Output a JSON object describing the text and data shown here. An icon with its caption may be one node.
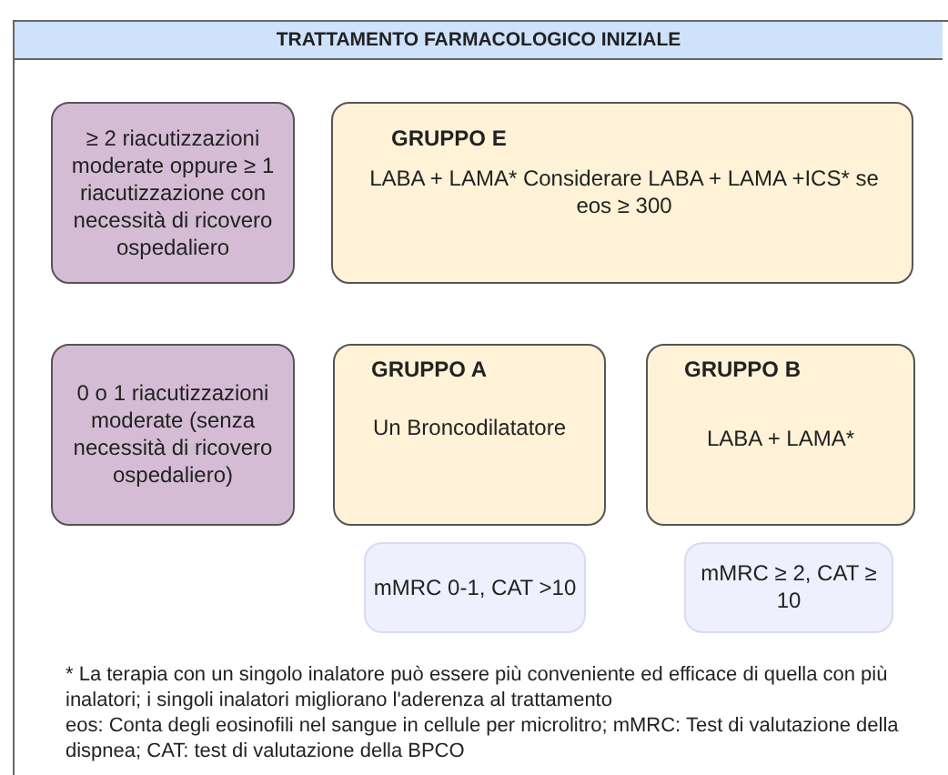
{
  "diagram": {
    "nodes": [
      {
        "text": [
          "TRATTAMENTO FARMACOLOGICO INIZIALE"
        ]
      },
      {
        "text": [
          "≥ 2 riacutizzazioni moderate oppure ≥ 1 riacutizzazione con necessità di ricovero ospedaliero"
        ],
        "in": 0
      },
      {
        "text": [
          "GRUPPO E",
          "LABA + LAMA* Considerare LABA + LAMA +ICS* se eos ≥ 300"
        ],
        "in": 0
      },
      {
        "text": [
          "0 o 1  riacutizzazioni moderate (senza necessità di ricovero ospedaliero)"
        ],
        "in": 0
      },
      {
        "text": [
          "GRUPPO A",
          "Un Broncodilatatore"
        ],
        "in": 0
      },
      {
        "text": [
          "GRUPPO B",
          "LABA + LAMA*"
        ],
        "in": 0
      },
      {
        "text": [
          "mMRC 0-1, CAT >10"
        ],
        "in": 0
      },
      {
        "text": [
          "mMRC ≥ 2, CAT ≥ 10"
        ],
        "in": 0
      }
    ],
    "labels": [
      "* La terapia con un singolo inalatore può essere più conveniente ed efficace di quella con più inalatori; i singoli inalatori migliorano l'aderenza al trattamento",
      "eos: Conta degli eosinofili nel sangue in cellule per microlitro; mMRC: Test di valutazione della dispnea; CAT: test di valutazione della BPCO"
    ]
  }
}
